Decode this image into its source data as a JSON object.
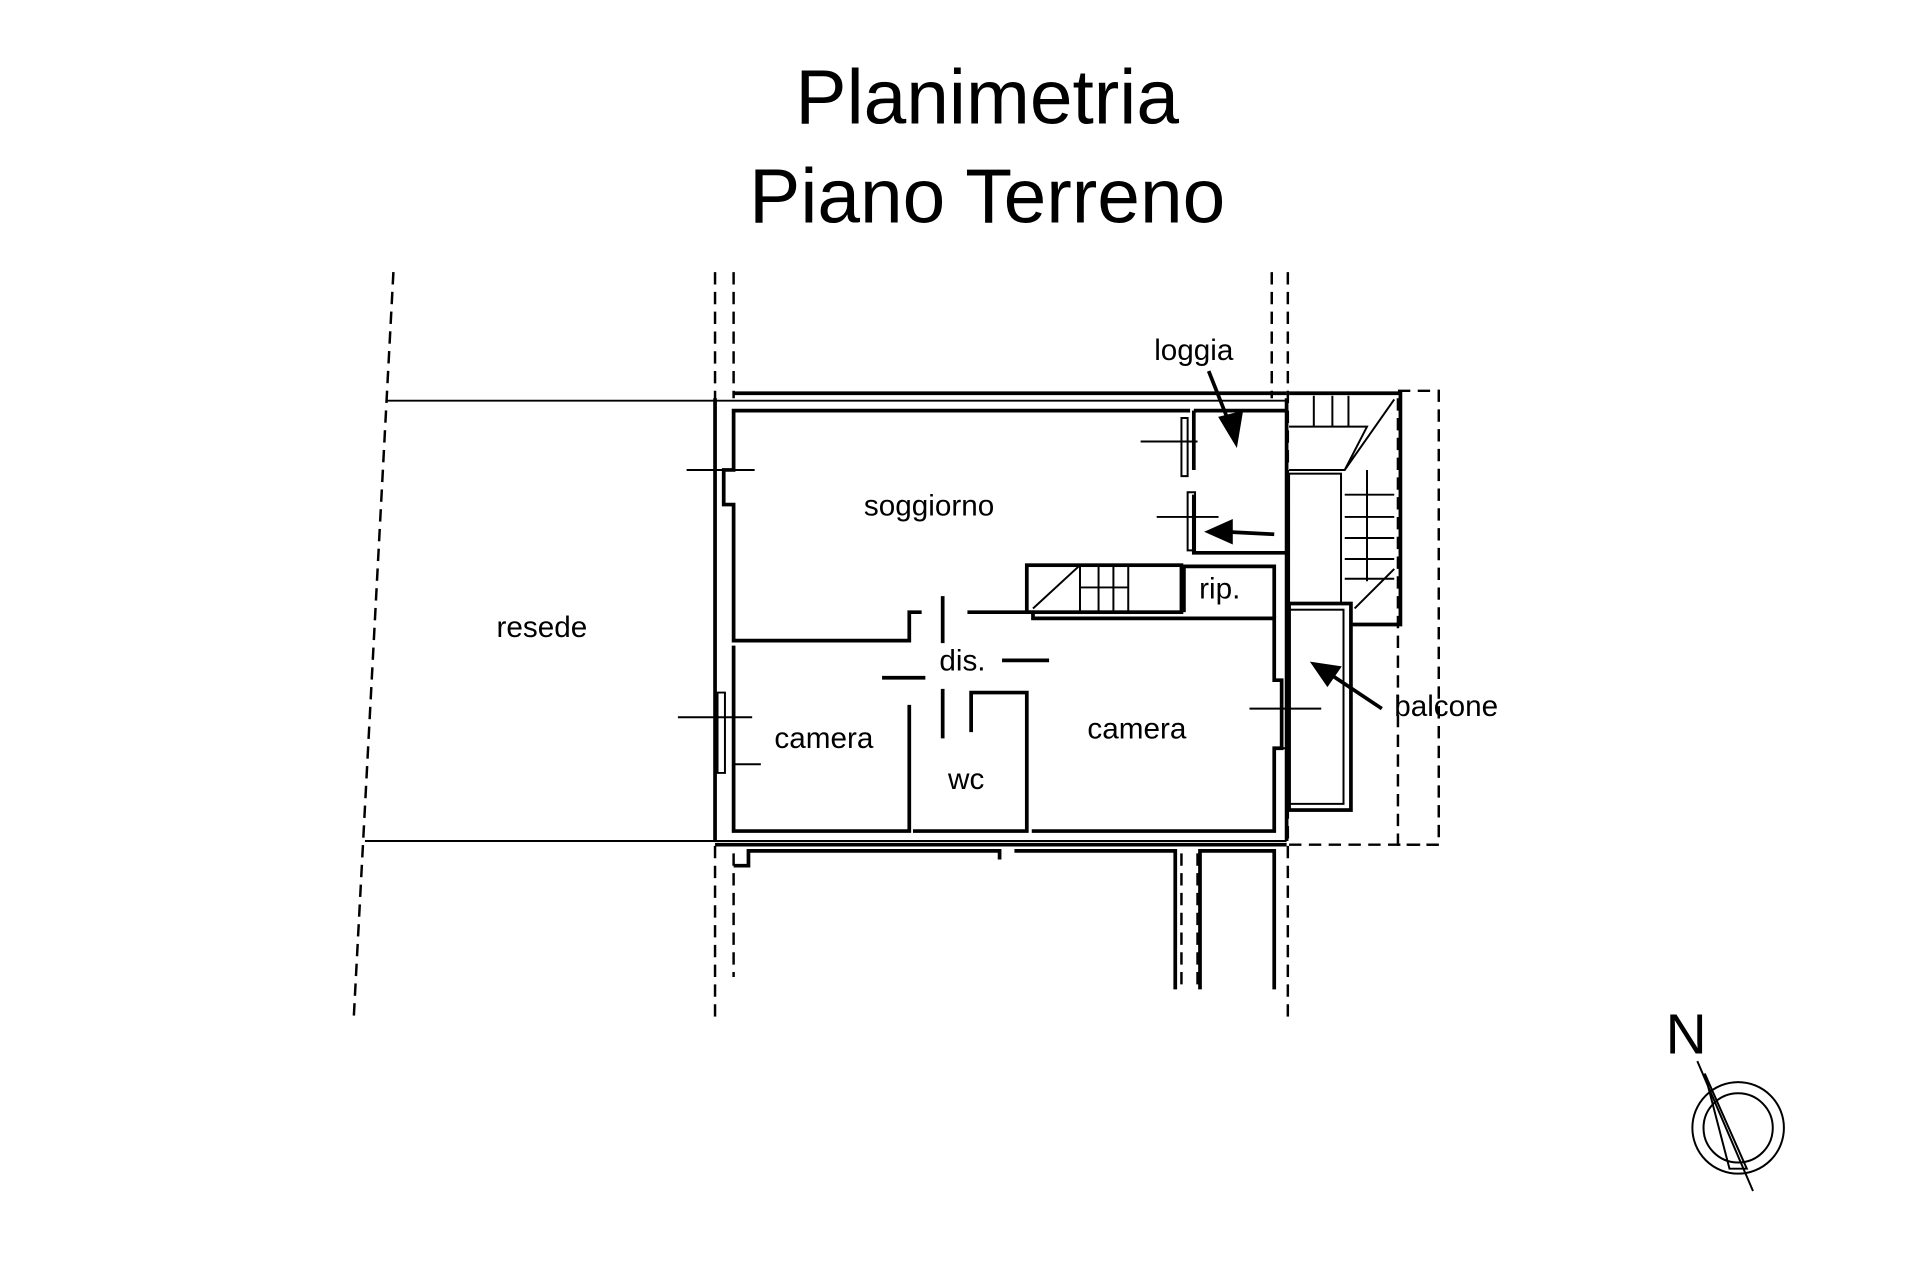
{
  "title": {
    "line1": "Planimetria",
    "line2": "Piano Terreno"
  },
  "rooms": {
    "resede": "resede",
    "soggiorno": "soggiorno",
    "loggia": "loggia",
    "rip": "rip.",
    "dis": "dis.",
    "camera_left": "camera",
    "wc": "wc",
    "camera_right": "camera",
    "balcone": "balcone"
  },
  "compass": {
    "label": "N"
  }
}
